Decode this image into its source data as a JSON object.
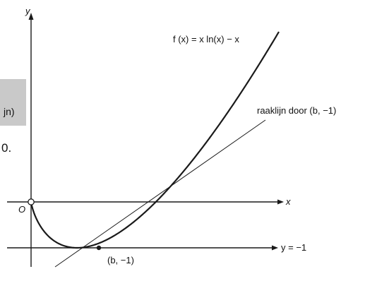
{
  "figure": {
    "axis_x_label": "x",
    "axis_y_label": "y",
    "origin_label": "O",
    "function_label": "f (x) = x ln(x) − x",
    "tangent_label": "raaklijn door (b, −1)",
    "horizontal_line_label": "y = −1",
    "point_label": "(b, −1)"
  },
  "side_fragments": {
    "tab_text": "jn)",
    "line_text": "0."
  },
  "colors": {
    "curve": "#1a1a1a",
    "axes": "#1a1a1a",
    "tab_background": "#c9c9c9"
  }
}
